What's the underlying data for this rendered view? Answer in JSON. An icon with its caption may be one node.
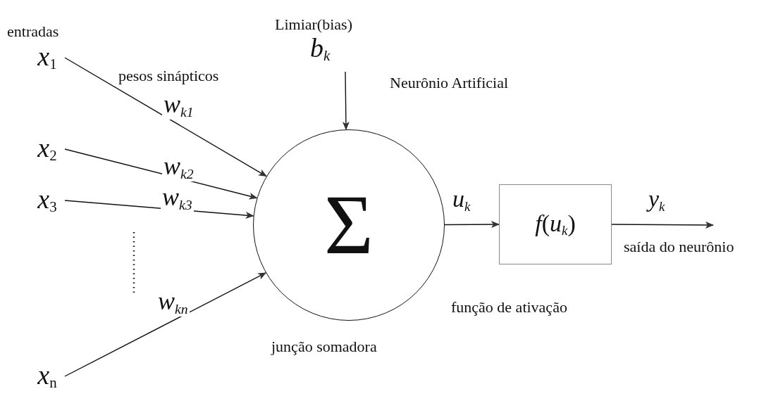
{
  "diagram": {
    "nodes": [
      {
        "text": [
          "Limiar(bias)",
          "*b*$_{k}$"
        ]
      },
      {
        "text": [
          "*x*$_{1}$"
        ]
      },
      {
        "text": [
          "*x*$_{2}$"
        ]
      },
      {
        "text": [
          "*x*$_{3}$"
        ]
      },
      {
        "text": [
          "*x*$_{n}$"
        ]
      },
      {
        "text": [
          "Σ"
        ],
        "beside": [
          "junção somadora"
        ]
      },
      {
        "text": [
          "*f*(*u*$_{k}$)"
        ]
      }
    ],
    "edges": [
      {
        "from": 1,
        "to": 5,
        "arrow": "to",
        "label": "*w*$_{k1}$"
      },
      {
        "from": 2,
        "to": 5,
        "arrow": "to",
        "label": "*w*$_{k2}$"
      },
      {
        "from": 3,
        "to": 5,
        "arrow": "to",
        "label": "*w*$_{k3}$"
      },
      {
        "from": 4,
        "to": 5,
        "arrow": "to",
        "label": "*w*$_{kn}$"
      },
      {
        "from": 0,
        "to": 5,
        "arrow": "to"
      },
      {
        "from": 5,
        "to": 6,
        "arrow": "to",
        "label": "*u*$_{k}$"
      },
      {
        "from": 6,
        "to": null,
        "arrow": "to",
        "label": "*y*$_{k}$"
      }
    ],
    "labels": [
      "entradas",
      "pesos sinápticos",
      "Neurônio Artificial",
      "saída do neurônio",
      "função de ativação"
    ]
  }
}
